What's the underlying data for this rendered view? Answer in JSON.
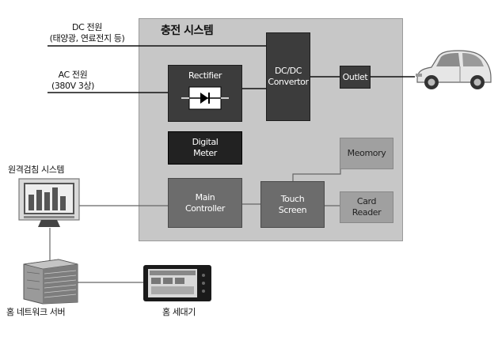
{
  "system": {
    "title": "충전 시스템"
  },
  "inputs": {
    "dc": "DC 전원\n(태양광, 연료전지 등)",
    "ac": "AC 전원\n(380V 3상)"
  },
  "blocks": {
    "rectifier": "Rectifier",
    "dcdc": "DC/DC\nConvertor",
    "outlet": "Outlet",
    "digital_meter": "Digital\nMeter",
    "memory": "Meomory",
    "main_controller": "Main\nController",
    "touch_screen": "Touch\nScreen",
    "card_reader": "Card\nReader"
  },
  "devices": {
    "remote_meter": "원격검침 시스템",
    "home_server": "홈 네트워크 서버",
    "home_unit": "홈 세대기"
  },
  "colors": {
    "box_dark": "#3c3c3c",
    "box_mid": "#6c6c6c",
    "box_light": "#a0a0a0",
    "panel": "#c7c7c7"
  }
}
